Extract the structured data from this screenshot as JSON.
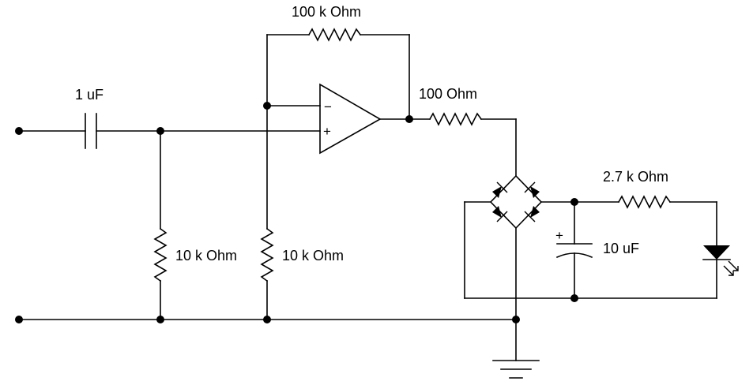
{
  "labels": {
    "c_in": "1 uF",
    "r_feedback": "100 k Ohm",
    "r_out": "100  Ohm",
    "r_bias": "10 k Ohm",
    "r_gnd": "10 k Ohm",
    "r_led": "2.7 k Ohm",
    "c_filter": "10 uF"
  },
  "opamp": {
    "minus_sign": "−",
    "plus_sign": "+"
  },
  "capacitor": {
    "polarity_sign": "+"
  }
}
